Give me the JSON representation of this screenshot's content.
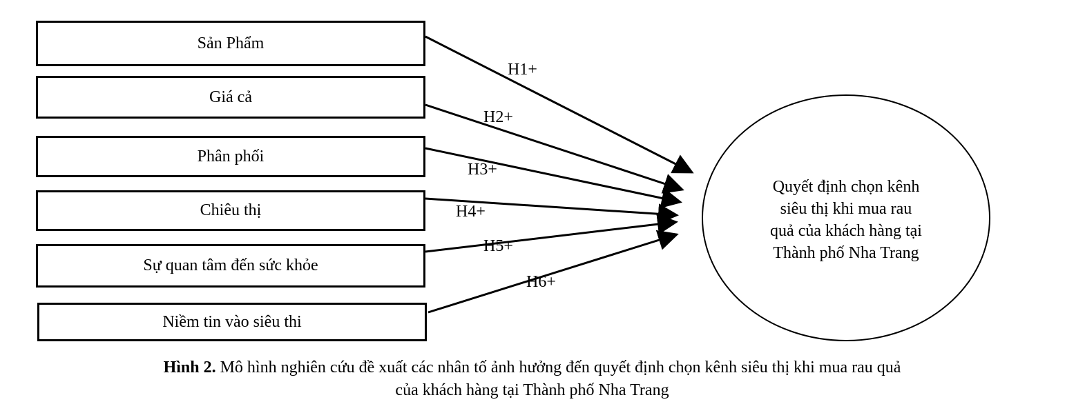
{
  "factors": [
    {
      "label": "Sản Phẩm",
      "hypothesis": "H1+"
    },
    {
      "label": "Giá cả",
      "hypothesis": "H2+"
    },
    {
      "label": "Phân phối",
      "hypothesis": "H3+"
    },
    {
      "label": "Chiêu thị",
      "hypothesis": "H4+"
    },
    {
      "label": "Sự quan tâm đến sức khỏe",
      "hypothesis": "H5+"
    },
    {
      "label": "Niềm tin vào siêu thi",
      "hypothesis": "H6+"
    }
  ],
  "outcome": {
    "lines": [
      "Quyết định chọn kênh",
      "siêu thị khi mua rau",
      "quả của khách hàng tại",
      "Thành phố Nha Trang"
    ]
  },
  "caption": {
    "label": "Hình 2.",
    "line1": " Mô hình nghiên cứu đề xuất các nhân tố ảnh hưởng đến quyết định chọn kênh siêu thị khi mua rau quả",
    "line2": "của khách hàng tại Thành phố Nha Trang"
  }
}
